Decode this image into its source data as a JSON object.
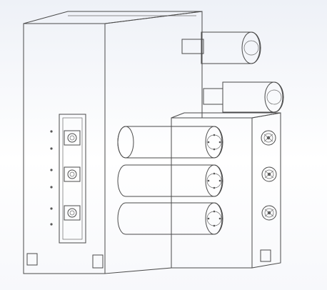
{
  "viewport": {
    "background_top": "#eef1f7",
    "background_bottom": "#ffffff"
  },
  "model": {
    "colors": {
      "face_light": "#ffffff",
      "face_side": "#e8d8e8",
      "face_side_dark": "#dcc6dc",
      "edge": "#4a4a4a",
      "cylinder_shade": "#d9d9d9",
      "panel": "#f2f2f2"
    },
    "components": {
      "main_block": "main-mold-block",
      "hot_runner_block": "secondary-manifold-block",
      "connector_panel": "connector-panel",
      "cylinders_upper_count": 2,
      "cylinders_lower_count": 3,
      "handwheel_count": 3,
      "connector_count": 3
    }
  }
}
